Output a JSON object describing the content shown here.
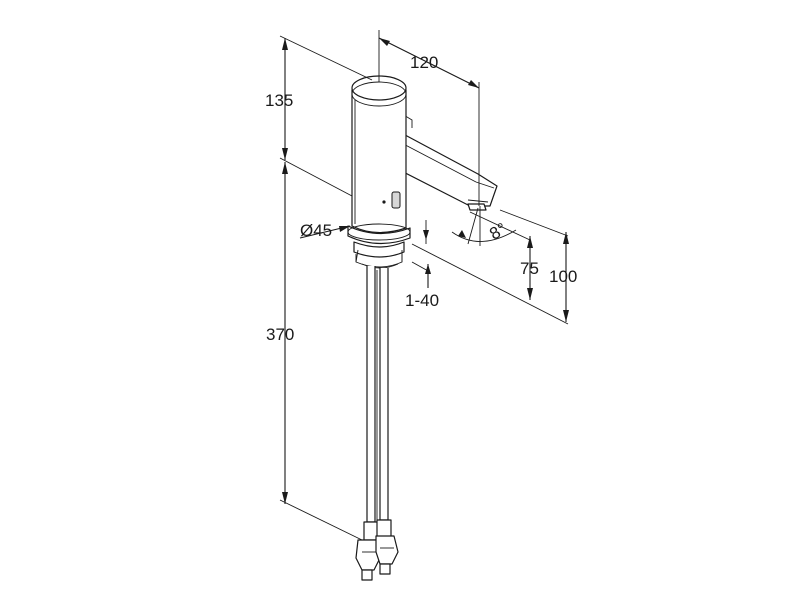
{
  "dimensions": {
    "spout_reach": "120",
    "top_height": "135",
    "diameter": "Ø45",
    "spout_angle": "8°",
    "outlet_height_75": "75",
    "outlet_height_100": "100",
    "counter_thickness": "1-40",
    "hose_length": "370"
  },
  "colors": {
    "line": "#1a1a1a",
    "background": "#ffffff",
    "shade": "#d7d7d7"
  }
}
